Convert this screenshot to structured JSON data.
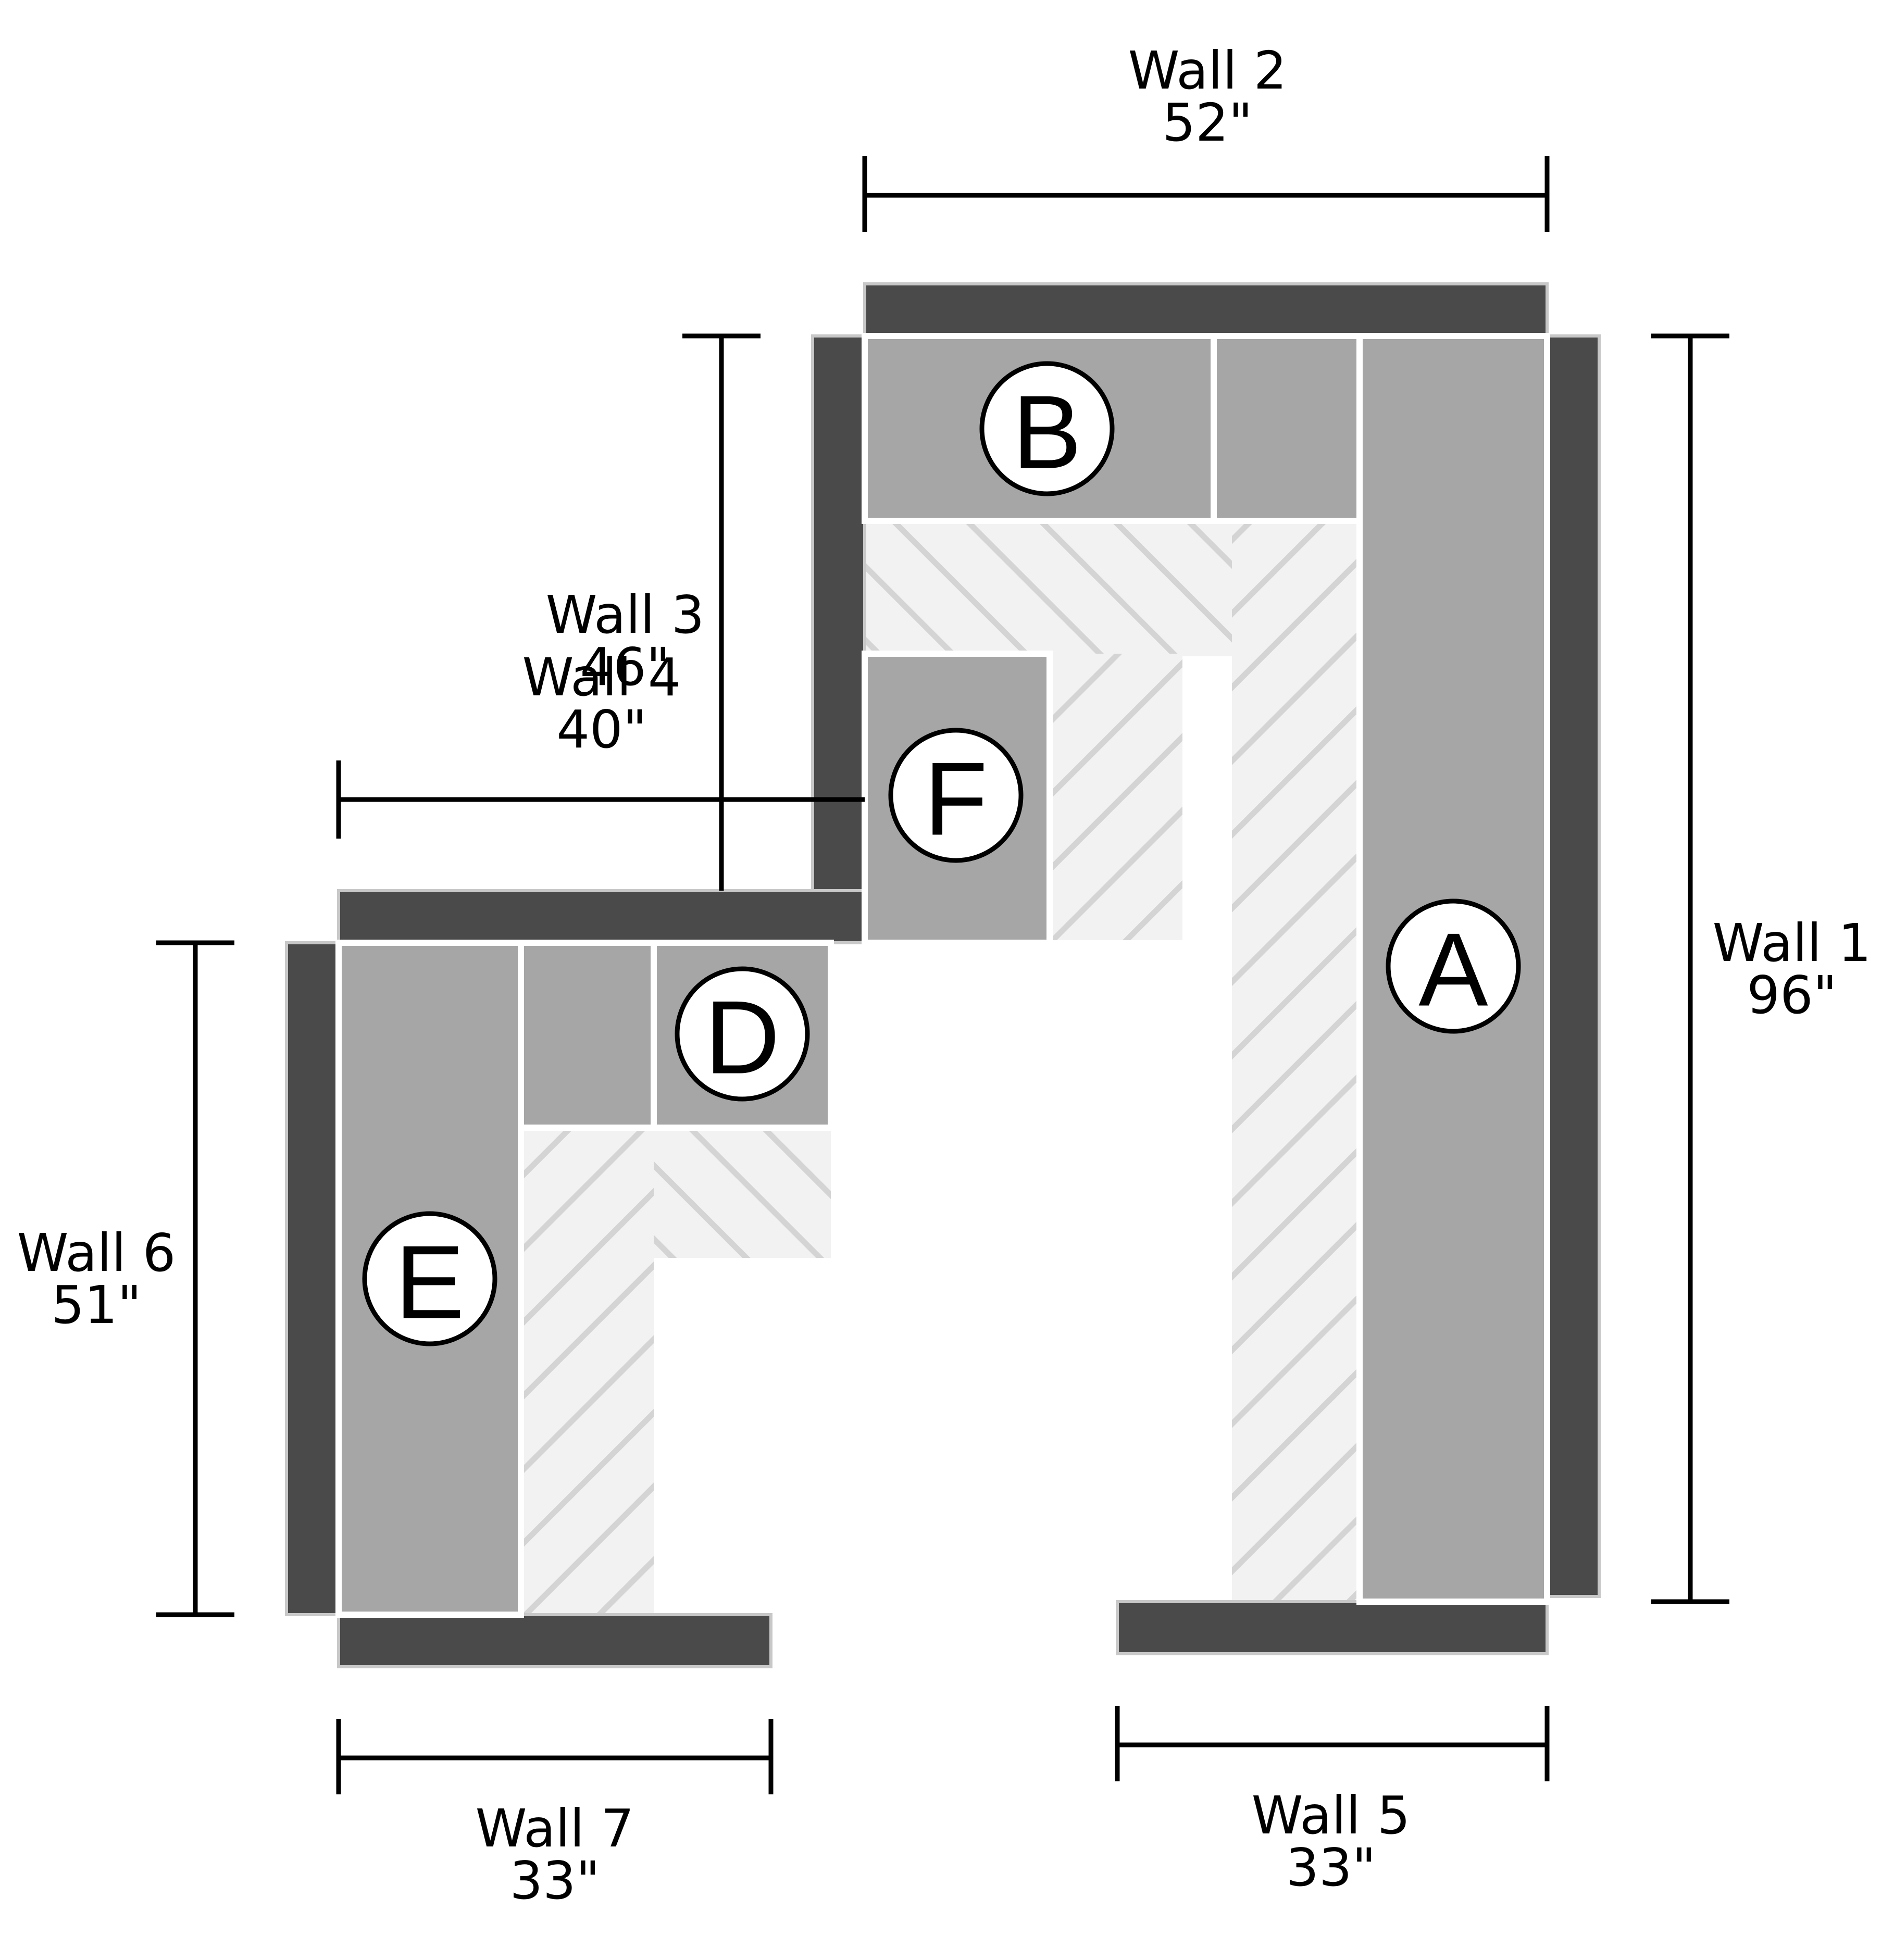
{
  "walls": [
    {
      "id": "wall-1",
      "name": "Wall 1",
      "length": "96\""
    },
    {
      "id": "wall-2",
      "name": "Wall 2",
      "length": "52\""
    },
    {
      "id": "wall-3",
      "name": "Wall 3",
      "length": "46\""
    },
    {
      "id": "wall-4",
      "name": "Wall 4",
      "length": "40\""
    },
    {
      "id": "wall-5",
      "name": "Wall 5",
      "length": "33\""
    },
    {
      "id": "wall-6",
      "name": "Wall 6",
      "length": "51\""
    },
    {
      "id": "wall-7",
      "name": "Wall 7",
      "length": "33\""
    }
  ],
  "sections": {
    "a": "A",
    "b": "B",
    "d": "D",
    "e": "E",
    "f": "F"
  },
  "colors": {
    "wall": "#4a4a4a",
    "cabinet": "#a6a6a6",
    "counter_bg": "#f2f2f2",
    "hatch": "#d4d4d4",
    "line": "#000000"
  }
}
